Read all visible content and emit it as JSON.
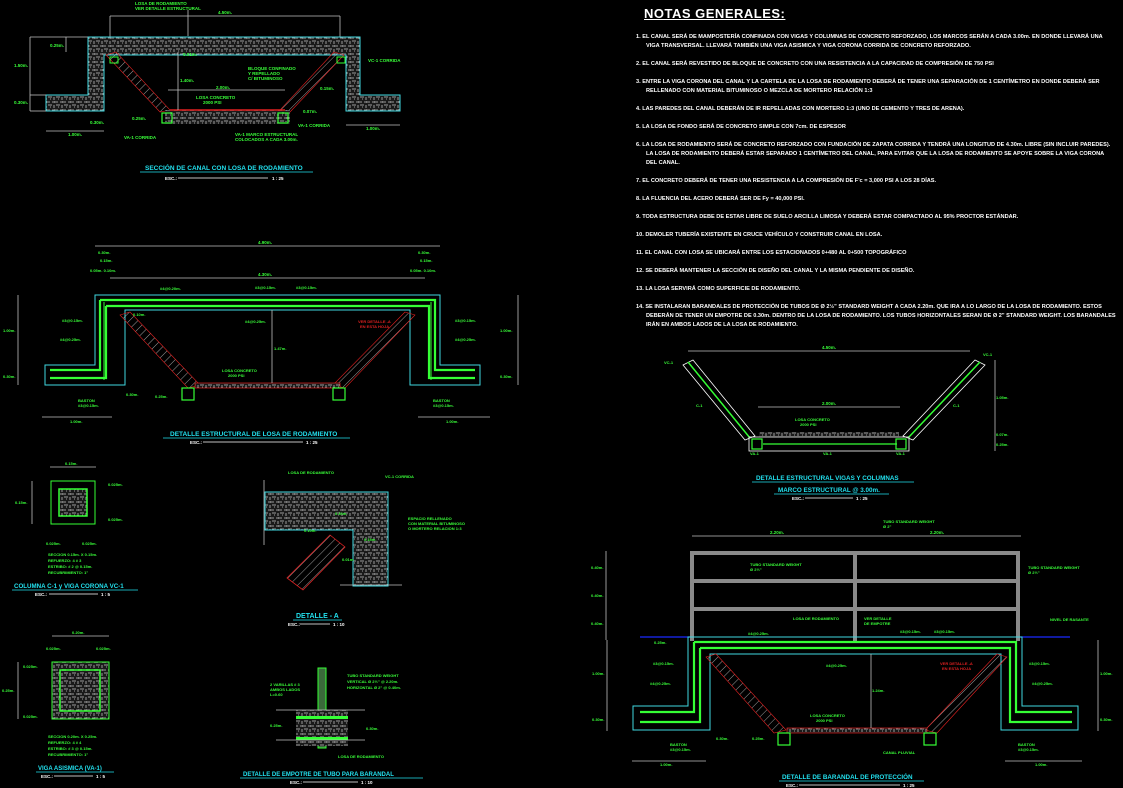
{
  "notes": {
    "title": "NOTAS GENERALES:",
    "items": [
      "1. EL CANAL SERÁ DE MAMPOSTERÍA CONFINADA CON VIGAS Y COLUMNAS DE CONCRETO REFORZADO, LOS MARCOS SERÁN A CADA 3.00m. EN DONDE LLEVARÁ UNA VIGA TRANSVERSAL. LLEVARÁ TAMBIÉN UNA VIGA ASISMICA Y VIGA CORONA CORRIDA DE CONCRETO REFORZADO.",
      "2. EL CANAL SERÁ REVESTIDO DE BLOQUE DE CONCRETO CON UNA RESISTENCIA A LA CAPACIDAD DE COMPRESIÓN DE 750 PSI",
      "3. ENTRE LA VIGA CORONA DEL CANAL Y LA CARTELA DE LA LOSA DE RODAMIENTO DEBERÁ DE TENER UNA SEPARACIÓN DE 1 CENTÍMETRO EN DONDE DEBERÁ SER RELLENADO CON MATERIAL BITUMINOSO O MEZCLA DE MORTERO RELACIÓN 1:3",
      "4. LAS PAREDES DEL CANAL DEBERÁN DE IR REPELLADAS CON MORTERO 1:3 (UNO DE CEMENTO Y TRES DE ARENA).",
      "5. LA LOSA DE FONDO SERÁ DE CONCRETO SIMPLE CON 7cm. DE ESPESOR",
      "6. LA LOSA DE RODAMIENTO SERÁ DE CONCRETO REFORZADO CON FUNDACIÓN DE ZAPATA CORRIDA Y TENDRÁ UNA LONGITUD DE 4.30m. LIBRE (SIN INCLUIR PAREDES). LA LOSA DE RODAMIENTO DEBERÁ ESTAR SEPARADO 1 CENTÍMETRO DEL CANAL, PARA EVITAR QUE LA LOSA DE RODAMIENTO SE APOYE SOBRE LA VIGA CORONA DEL CANAL.",
      "7. EL CONCRETO DEBERÁ DE TENER UNA RESISTENCIA A LA COMPRESIÓN DE F'c = 3,000 PSI A LOS 28 DÍAS.",
      "8. LA FLUENCIA DEL ACERO DEBERÁ SER DE Fy = 40,000 PSI.",
      "9. TODA ESTRUCTURA DEBE DE ESTAR LIBRE DE SUELO ARCILLA LIMOSA Y DEBERÁ ESTAR COMPACTADO AL 95% PROCTOR ESTÁNDAR.",
      "10. DEMOLER TUBERÍA EXISTENTE EN CRUCE VEHÍCULO Y CONSTRUIR CANAL EN LOSA.",
      "11. EL CANAL CON LOSA SE UBICARÁ ENTRE LOS ESTACIONADOS 0+480 AL 0+500 TOPOGRÁFICO",
      "12. SE DEBERÁ MANTENER LA SECCIÓN DE DISEÑO DEL CANAL Y LA MISMA PENDIENTE DE DISEÑO.",
      "13. LA LOSA SERVIRÁ COMO SUPERFICIE DE RODAMIENTO.",
      "14. SE INSTALARAN BARANDALES DE PROTECCIÓN DE TUBOS DE Ø 2½\" STANDARD WEIGHT A CADA 2.20m. QUE IRA A LO LARGO DE LA LOSA DE RODAMIENTO. ESTOS DEBERÁN DE TENER UN EMPOTRE DE 0.30m. DENTRO DE LA LOSA DE RODAMIENTO. LOS TUBOS HORIZONTALES SERAN DE Ø 2\" STANDARD WEIGHT. LOS BARANDALES IRÁN EN AMBOS LADOS DE LA LOSA DE RODAMIENTO."
    ]
  },
  "drawings": {
    "seccion_canal": {
      "title": "SECCIÓN DE CANAL CON LOSA DE RODAMIENTO",
      "scale_label": "ESC.:",
      "scale": "1 : 25",
      "labels": {
        "losa": "LOSA DE RODAMIENTO",
        "ver_detalle": "VER DETALLE ESTRUCTURAL",
        "width_top": "4.50m.",
        "h1": "0.25m.",
        "h2": "1.50m.",
        "h3": "0.30m.",
        "h_canal": "1.40m.",
        "w_bottom": "2.00m.",
        "losa_concreto": "LOSA CONCRETO",
        "psi": "2000 PSI",
        "bloque": "BLOQUE CONFINADO",
        "repellado": "Y REPELLADO",
        "bitumin": "C/ BITUMINOSO",
        "esp": "0.15m.",
        "pad": "0.07m.",
        "pad2": "0.25m.",
        "vc1_corrida": "VC-1 CORRIDA",
        "va1_corrida_l": "VA-1 CORRIDA",
        "va1_corrida_r": "VA-1 CORRIDA",
        "va1_marco": "VA-1 MARCO ESTRUCTURAL",
        "va1_cada": "COLOCADOS A CADA 3.00m.",
        "w_left": "1.00m.",
        "w_right": "1.00m.",
        "small": "0.30m.",
        "top_gap": "0.01m."
      }
    },
    "detalle_losa": {
      "title": "DETALLE ESTRUCTURAL DE LOSA DE RODAMIENTO",
      "scale_label": "ESC.:",
      "scale": "1 : 25",
      "labels": {
        "total": "4.90m.",
        "inner": "4.30m.",
        "side_a": "0.30m.",
        "side_b": "0.15m.",
        "side_c": "0.05m. 0.10m.",
        "rebar1": "#4@0.20m.",
        "rebar2": "#3@0.15m.",
        "rebar3": "#3@0.15m.",
        "rebar4": "#3@0.15m.",
        "rebar5": "#4@0.25m.",
        "rebar6": "#3@0.15m.",
        "rebar7": "#4@0.25m.",
        "cartela": "0.10m.",
        "h_total": "1.00m.",
        "h_base": "0.30m.",
        "h_inner": "1.47m.",
        "ver_det": "VER DETALLE -A",
        "en_esta": "EN ESTA HOJA",
        "losa_concreto": "LOSA CONCRETO",
        "psi": "2000 PSI",
        "baston_l": "BASTON",
        "baston_l2": "#3@0.15m.",
        "baston_r": "BASTON",
        "baston_r2": "#3@0.15m.",
        "w_l": "1.00m.",
        "w_r": "1.00m.",
        "gap": "0.30m.",
        "gap2": "0.25m."
      }
    },
    "columna": {
      "title": "COLUMNA C-1 y VIGA CORONA VC-1",
      "scale_label": "ESC.:",
      "scale": "1 : 5",
      "labels": {
        "w": "0.15m.",
        "h": "0.15m.",
        "r1": "0.025m.",
        "r2": "0.025m.",
        "b1": "0.025m.",
        "b2": "0.025m."
      },
      "spec": [
        "SECCION 0.15m. X 0.15m.",
        "REFUERZO: 4 # 3",
        "ESTRIBO: # 2 @ 0.15m.",
        "RECUBRIMIENTO: 1\""
      ]
    },
    "viga": {
      "title": "VIGA ASISMICA (VA-1)",
      "scale_label": "ESC.:",
      "scale": "1 : 5",
      "labels": {
        "w": "0.20m.",
        "t1": "0.025m.",
        "t2": "0.025m.",
        "h": "0.25m.",
        "r1": "0.025m.",
        "r2": "0.025m."
      },
      "spec": [
        "SECCION 0.20m. X 0.25m.",
        "REFUERZO: 4 # 4",
        "ESTRIBO: # 3 @ 0.15m.",
        "RECUBRIMIENTO: 1\""
      ]
    },
    "detalle_a": {
      "title": "DETALLE - A",
      "scale_label": "ESC.:",
      "scale": "1 : 10",
      "labels": {
        "losa": "LOSA DE RODAMIENTO",
        "vc1": "VC-1 CORRIDA",
        "espacio": "ESPACIO RELLENADO",
        "material": "CON MATERIAL BITUMINOSO",
        "mortero": "O MORTERO RELACION 1:3",
        "a": "0.30m.",
        "b": "0.10m.",
        "c": "0.15m.",
        "d": "0.01m.",
        "e": "0.15m."
      }
    },
    "empotre": {
      "title": "DETALLE DE EMPOTRE DE TUBO PARA BARANDAL",
      "scale_label": "ESC.:",
      "scale": "1 : 10",
      "labels": {
        "varillas": "2 VARILLAS # 3",
        "ambos": "AMBOS LADOS",
        "l": "L=0.60",
        "tubo": "TUBO STANDARD WEIGHT",
        "vert": "VERTICAL Ø 2½\" @ 2.20m.",
        "horiz": "HORIZONTAL Ø 2\" @ 0.40m.",
        "h1": "0.30m.",
        "h2": "0.25m.",
        "losa": "LOSA DE RODAMIENTO"
      }
    },
    "vigas_columnas": {
      "title": "DETALLE ESTRUCTURAL VIGAS Y COLUMNAS",
      "subtitle": "MARCO ESTRUCTURAL @ 3.00m.",
      "scale_label": "ESC.:",
      "scale": "1 : 25",
      "labels": {
        "total": "4.50m.",
        "inner": "2.00m.",
        "vc1_l": "VC-1",
        "vc1_r": "VC-1",
        "c1_l": "C-1",
        "c1_r": "C-1",
        "losa": "LOSA CONCRETO",
        "psi": "2000 PSI",
        "h": "1.05m.",
        "h2": "0.07m.",
        "h3": "0.25m.",
        "va1_l": "VA-1",
        "va1_c": "VA-1",
        "va1_r": "VA-1"
      }
    },
    "barandal": {
      "title": "DETALLE DE BARANDAL DE PROTECCIÓN",
      "scale_label": "ESC.:",
      "scale": "1 : 25",
      "labels": {
        "w1": "2.20m.",
        "w2": "2.20m.",
        "tubo_top": "TUBO STANDARD WEIGHT",
        "tubo_top2": "Ø 2\"",
        "tubo_mid": "TUBO STANDARD WEIGHT",
        "tubo_mid2": "Ø 2½\"",
        "tubo_right": "TUBO STANDARD WEIGHT",
        "tubo_right2": "Ø 2½\"",
        "h1": "0.40m.",
        "h2": "0.40m.",
        "h3": "0.40m.",
        "losa": "LOSA DE RODAMIENTO",
        "ver_det": "VER DETALLE",
        "empotre": "DE EMPOTRE",
        "nivel": "NIVEL DE RASANTE",
        "r1": "#4@0.25m.",
        "r2": "#3@0.15m.",
        "r3": "#3@0.15m.",
        "r4": "#4@0.25m.",
        "r5": "#3@0.15m.",
        "r6": "#4@0.25m.",
        "r7": "#3@0.15m.",
        "gap": "0.25m.",
        "h_l": "1.00m.",
        "h_r": "1.00m.",
        "base_l": "0.30m.",
        "base_r": "0.30m.",
        "h_in": "1.24m.",
        "ver_det2": "VER DETALLE -A",
        "en_esta": "EN ESTA HOJA",
        "losa_conc": "LOSA CONCRETO",
        "psi": "2000 PSI",
        "canal": "CANAL PLUVIAL",
        "baston_l": "BASTON",
        "baston_l2": "#3@0.15m.",
        "baston_r": "BASTON",
        "baston_r2": "#3@0.15m.",
        "g1": "0.30m.",
        "g2": "0.25m.",
        "w_l": "1.00m.",
        "w_r": "1.00m."
      }
    }
  },
  "colors": {
    "background": "#000000",
    "text_green": "#39ff39",
    "title_cyan": "#22e0ee",
    "dim_grey": "#bfbfbf",
    "outline_cyan": "#3fd8e0",
    "rebar_green": "#35ff35",
    "block_red": "#e02020",
    "rail_grey": "#8a8a8a",
    "rasante_blue": "#1a2aff"
  }
}
